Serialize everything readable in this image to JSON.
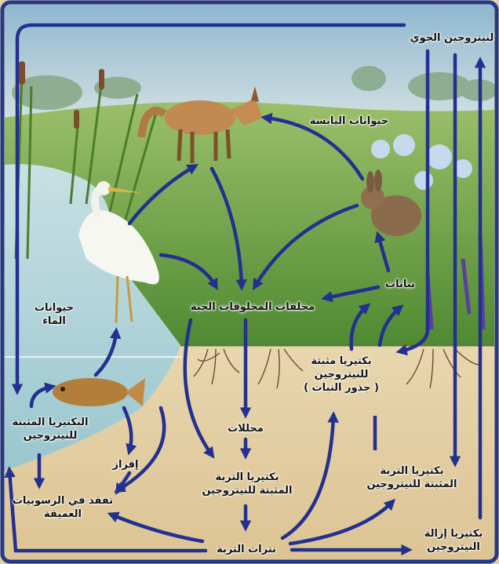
{
  "labels": {
    "atmospheric_nitrogen": "لنيتروجين الجوي",
    "land_animals": "حيوانات اليابسة",
    "plants": "نباتات",
    "organism_remains": "مخلفات المخلوقات الحية",
    "water_animals_line1": "حيوانات",
    "water_animals_line2": "الماء",
    "root_bacteria_line1": "بكتيريا مثبتة",
    "root_bacteria_line2": "للنيتروجين",
    "root_bacteria_line3": "( جذور النبات )",
    "decomposers": "محللات",
    "soil_fix_bacteria_line1": "بكتيريا التربة",
    "soil_fix_bacteria_line2": "المثبتة للنيتروجين",
    "soil_fix_bacteria_right_line1": "بكتيريا التربة",
    "soil_fix_bacteria_right_line2": "المثبتة للنيتروجين",
    "water_fix_bacteria_line1": "البكتيريا المثبتة",
    "water_fix_bacteria_line2": "للنيتروجين",
    "excretion": "إفراز",
    "sediment_loss_line1": "تفقد في الرسوبيات",
    "sediment_loss_line2": "العميقة",
    "soil_nitrates": "نترات التربة",
    "denitrifying_line1": "بكتيريا إزالة",
    "denitrifying_line2": "النيتروجين"
  },
  "colors": {
    "arrow": "#23308f",
    "sky_top": "#8fb7cf",
    "sky_bottom": "#e4ecea",
    "grass": "#7ca64d",
    "soil": "#e4d0a6",
    "water": "#a9cfd6",
    "frame": "#1f3a8f"
  }
}
